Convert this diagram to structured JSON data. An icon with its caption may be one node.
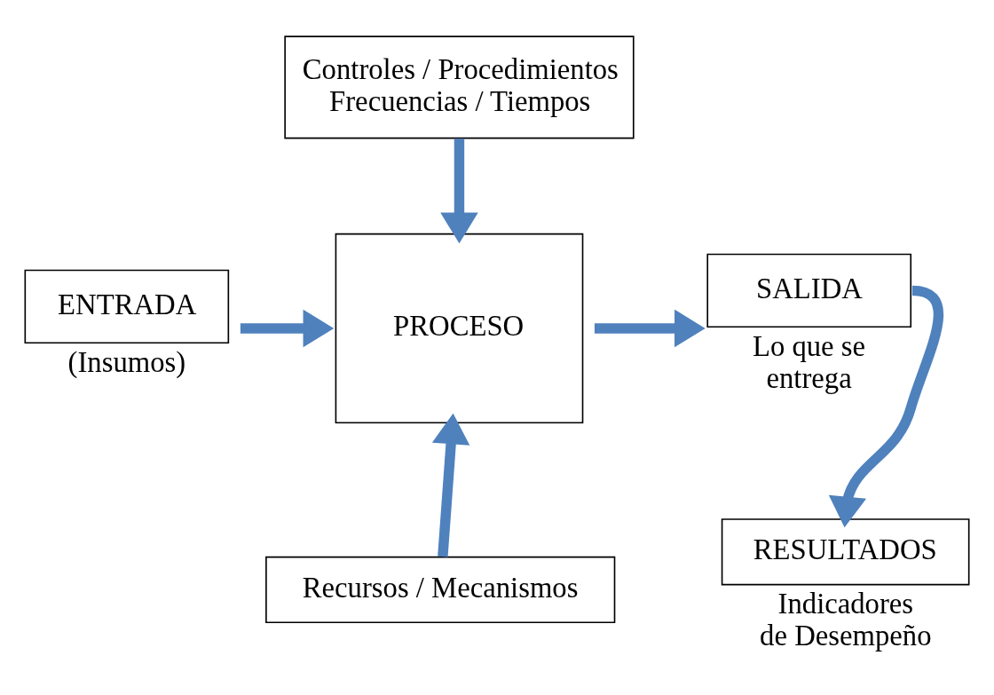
{
  "diagram": {
    "nodes": [
      {
        "text": [
          "Controles / Procedimientos Frecuencias / Tiempos"
        ]
      },
      {
        "text": [
          "ENTRADA"
        ],
        "beside": [
          "(Insumos)"
        ]
      },
      {
        "text": [
          "PROCESO"
        ]
      },
      {
        "text": [
          "SALIDA"
        ],
        "beside": [
          "Lo que se entrega"
        ]
      },
      {
        "text": [
          "RESULTADOS"
        ],
        "beside": [
          "Indicadores de Desempeño"
        ]
      },
      {
        "text": [
          "Recursos / Mecanismos"
        ]
      }
    ],
    "edges": [
      {
        "from": 0,
        "to": 2,
        "arrow": "to"
      },
      {
        "from": 1,
        "to": 2,
        "arrow": "to"
      },
      {
        "from": 2,
        "to": 3,
        "arrow": "to"
      },
      {
        "from": 3,
        "to": 4,
        "arrow": "to"
      },
      {
        "from": 5,
        "to": 2,
        "arrow": "to"
      }
    ]
  }
}
